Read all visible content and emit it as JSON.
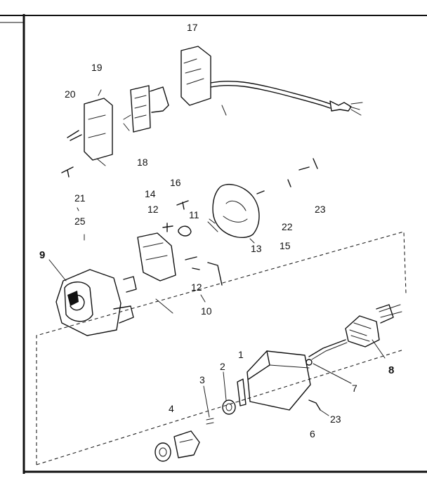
{
  "callouts": {
    "c17": "17",
    "c19": "19",
    "c20": "20",
    "c18": "18",
    "c16": "16",
    "c14": "14",
    "c21": "21",
    "c12a": "12",
    "c11": "11",
    "c25": "25",
    "c23a": "23",
    "c22": "22",
    "c13": "13",
    "c15": "15",
    "c9": "9",
    "c12b": "12",
    "c10": "10",
    "c8": "8",
    "c1": "1",
    "c2": "2",
    "c3": "3",
    "c7": "7",
    "c4": "4",
    "c23b": "23",
    "c6": "6"
  }
}
